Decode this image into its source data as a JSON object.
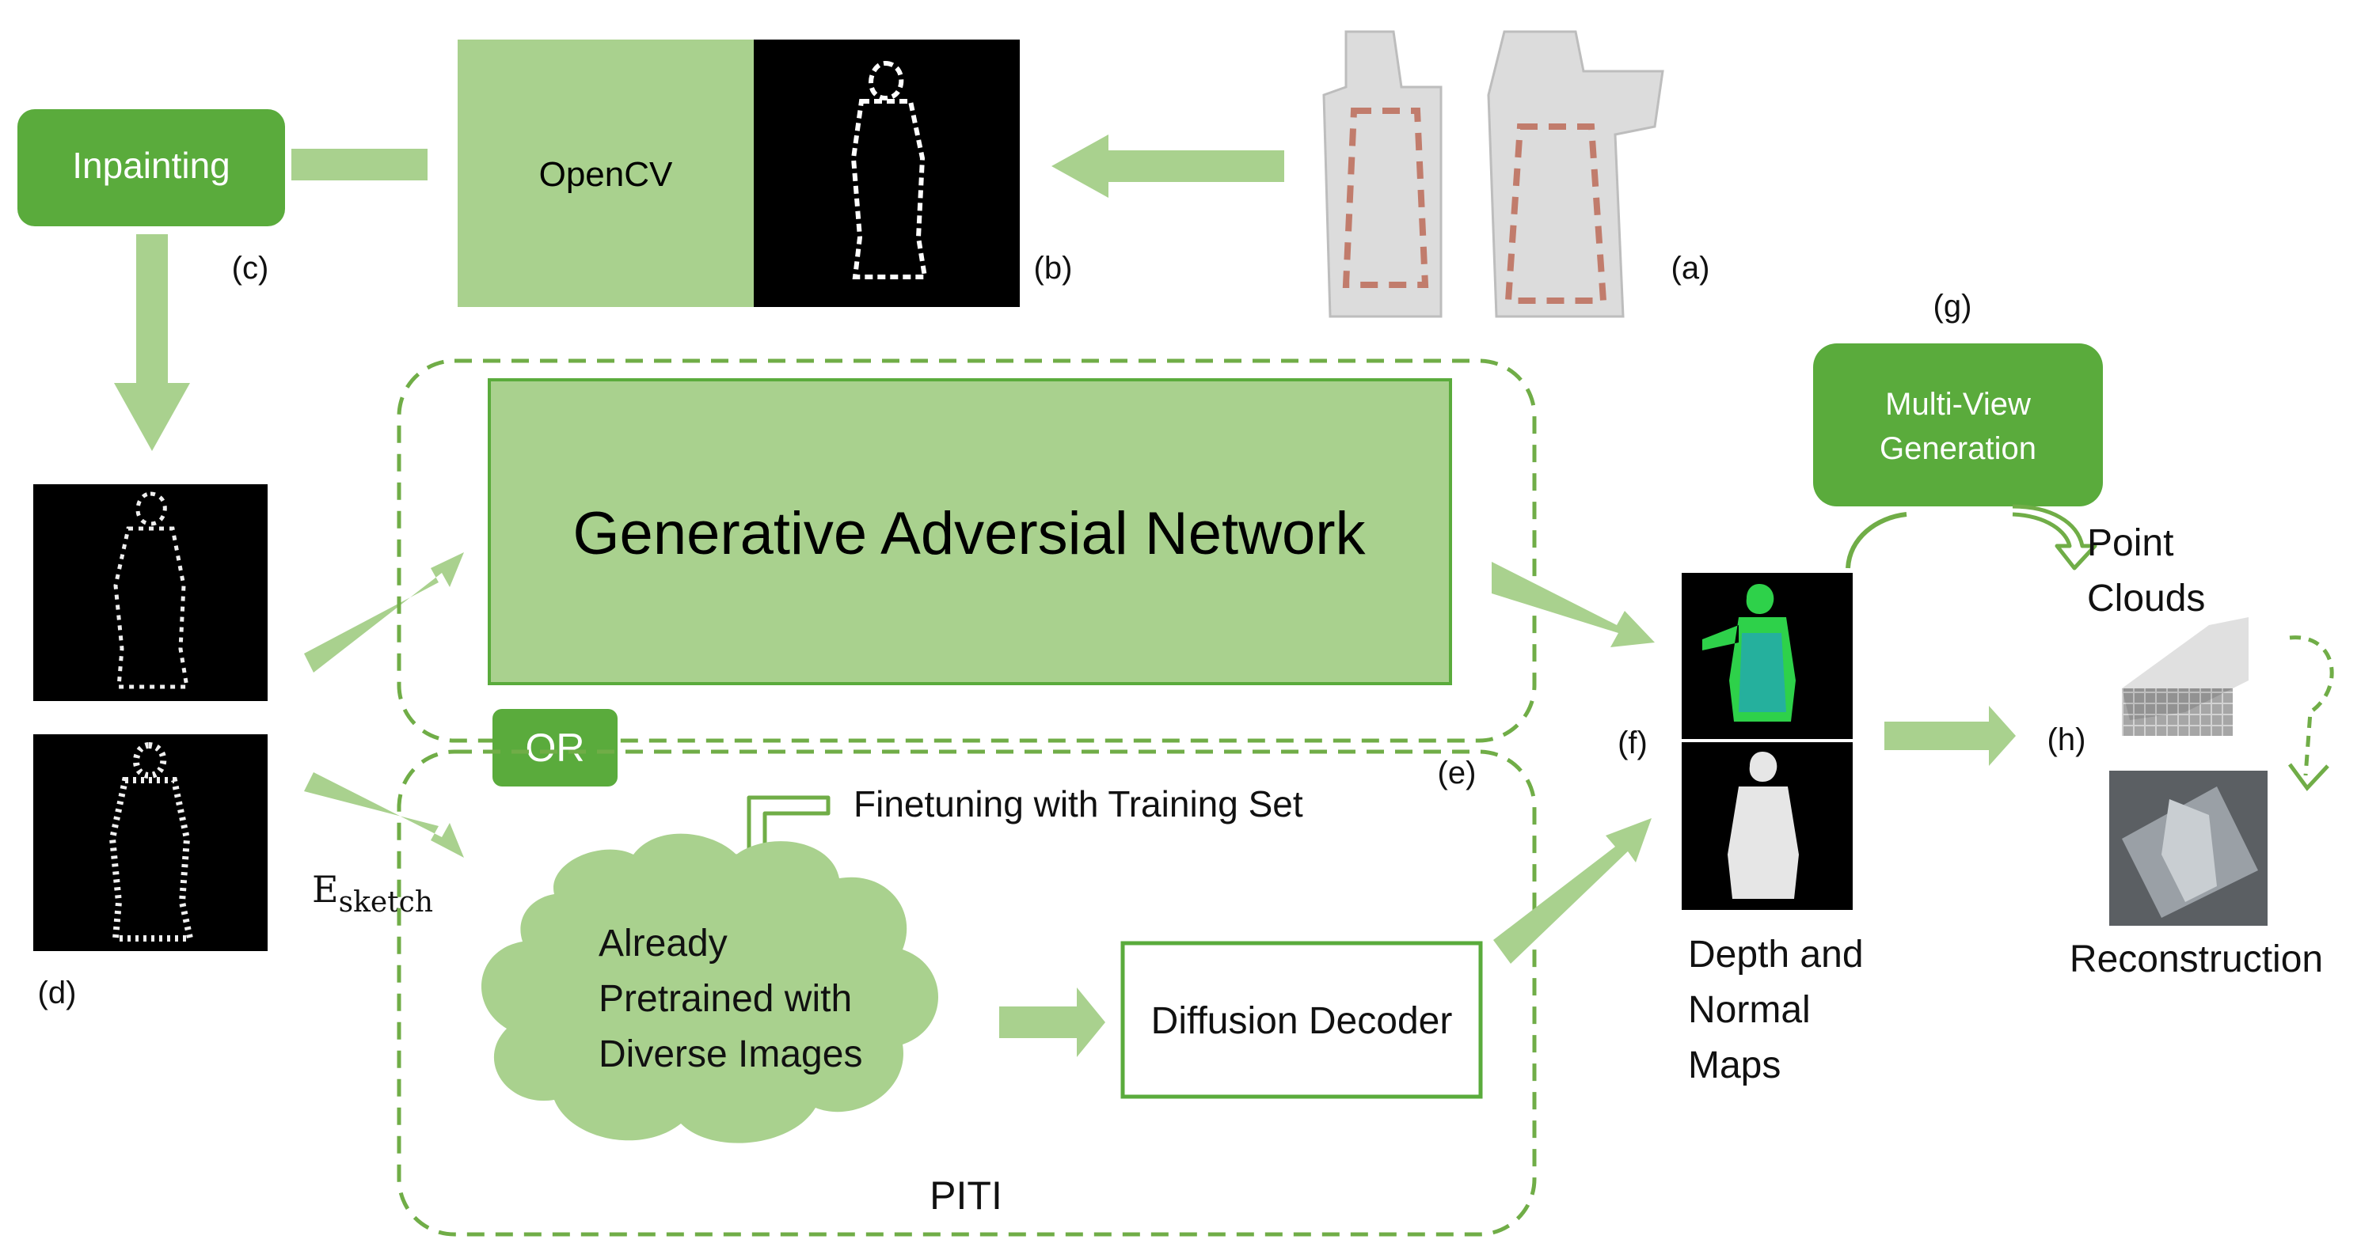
{
  "colors": {
    "light_green": "#a9d18e",
    "dark_green": "#5aab3c",
    "dashed_green": "#70ad47",
    "box_border": "#5aab3c",
    "black": "#000000",
    "text": "#111111"
  },
  "steps": {
    "inpainting": "Inpainting",
    "opencv": "OpenCV",
    "gan": "Generative Adversial Network",
    "or": "OR",
    "finetune": "Finetuning with Training Set",
    "cloud": [
      "Already",
      "Pretrained with",
      "Diverse Images"
    ],
    "decoder": "Diffusion Decoder",
    "piti": "PITI",
    "multiview": [
      "Multi-View",
      "Generation"
    ],
    "point_clouds": [
      "Point",
      "Clouds"
    ],
    "depth_normal": [
      "Depth and",
      "Normal",
      "Maps"
    ],
    "reconstruction": "Reconstruction",
    "esketch_main": "E",
    "esketch_sub": "sketch"
  },
  "labels": {
    "a": "(a)",
    "b": "(b)",
    "c": "(c)",
    "d": "(d)",
    "e": "(e)",
    "f": "(f)",
    "g": "(g)",
    "h": "(h)"
  },
  "icons": {
    "statue_photos": "statue-photo-icon",
    "sketch": "statue-sketch-icon",
    "normal_map": "normal-map-icon",
    "depth_map": "depth-map-icon",
    "point_cloud": "point-cloud-icon",
    "mesh": "mesh-render-icon"
  }
}
